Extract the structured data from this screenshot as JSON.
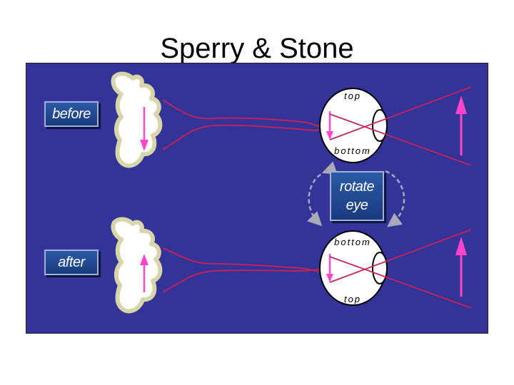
{
  "title": "Sperry & Stone",
  "labels": {
    "before": "before",
    "after": "after",
    "rotate_line1": "rotate",
    "rotate_line2": "eye"
  },
  "eye_top": {
    "upper": "top",
    "lower": "bottom"
  },
  "eye_bottom": {
    "upper": "bottom",
    "lower": "top"
  },
  "colors": {
    "panel": "#333399",
    "nerve": "#cc2255",
    "arrow": "#ff44cc",
    "tectum": "#ffffff",
    "tectum_outline": "#d8d6a8",
    "rotate_arrow": "#a9a9b8"
  }
}
